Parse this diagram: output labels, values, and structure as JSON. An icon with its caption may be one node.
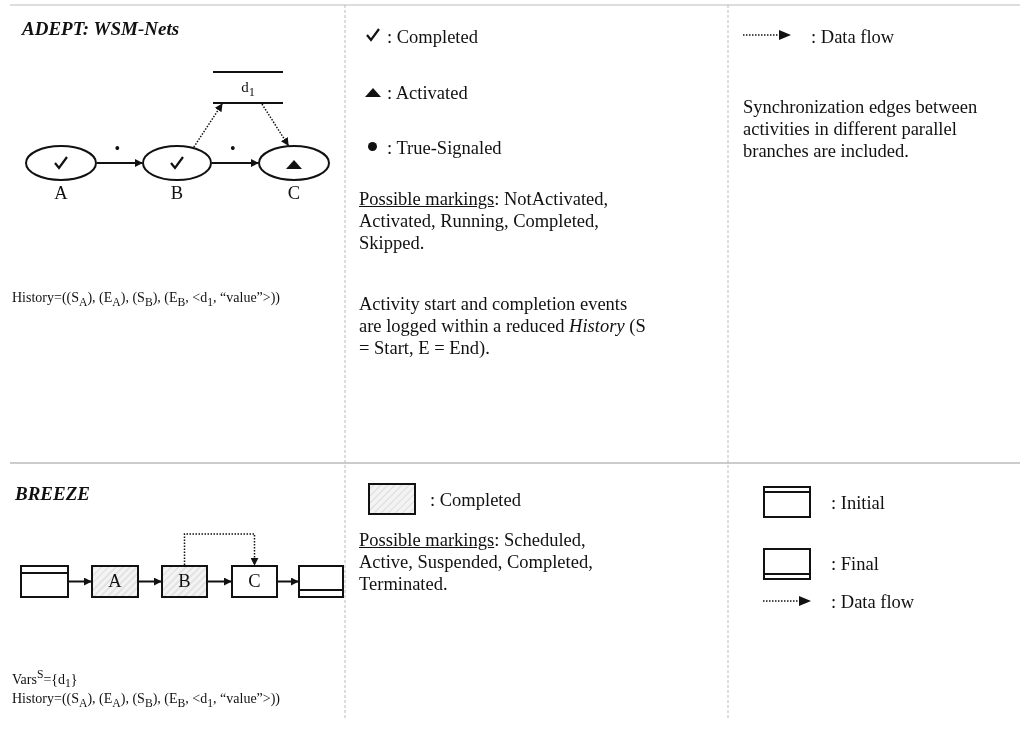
{
  "diagram": {
    "nodes": [
      {
        "text": [
          "A"
        ]
      },
      {
        "text": [
          "B"
        ]
      },
      {
        "text": [
          "C"
        ]
      },
      {
        "text": [
          "d$_{1}$"
        ]
      },
      {
        "text": [],
        "shape": "box"
      },
      {
        "text": [
          "A"
        ]
      },
      {
        "text": [
          "B"
        ]
      },
      {
        "text": [
          "C"
        ]
      },
      {
        "text": [],
        "shape": "box"
      }
    ],
    "edges": [
      {
        "from": 0,
        "to": 1,
        "arrow": "to",
        "label": "•"
      },
      {
        "from": 1,
        "to": 2,
        "arrow": "to",
        "label": "•"
      },
      {
        "from": 1,
        "to": 3,
        "arrow": "to",
        "style": "dashed"
      },
      {
        "from": 3,
        "to": 2,
        "arrow": "to",
        "style": "dashed"
      },
      {
        "from": 4,
        "to": 5,
        "arrow": "to"
      },
      {
        "from": 5,
        "to": 6,
        "arrow": "to"
      },
      {
        "from": 6,
        "to": 7,
        "arrow": "to"
      },
      {
        "from": 7,
        "to": 8,
        "arrow": "to"
      },
      {
        "from": 6,
        "to": 7,
        "arrow": "to",
        "style": "dashed"
      }
    ],
    "labels": [
      "ADEPT: WSM-Nets",
      "History=((S$_{A}$), (E$_{A}$), (S$_{B}$), (E$_{B}$, <d$_{1}$, “value”>))",
      "Possible markings: NotActivated, Activated, Running, Completed, Skipped.",
      "Activity start and completion events are logged within a reduced *History* (S = Start, E = End).",
      "Synchronization edges between activities in different parallel branches are included.",
      "BREEZE",
      "Possible markings: Scheduled, Active, Suspended, Completed, Terminated.",
      "Vars$^{S}$={d$_{1}$}",
      "History=((S$_{A}$), (E$_{A}$), (S$_{B}$), (E$_{B}$, <d$_{1}$, “value”>))"
    ],
    "legend": [
      {
        "text": ": Completed"
      },
      {
        "text": ": Activated"
      },
      {
        "text": ": True-Signaled"
      },
      {
        "text": ": Data flow"
      },
      {
        "text": ": Completed"
      },
      {
        "text": ": Initial"
      },
      {
        "text": ": Final"
      },
      {
        "text": ": Data flow"
      }
    ]
  }
}
